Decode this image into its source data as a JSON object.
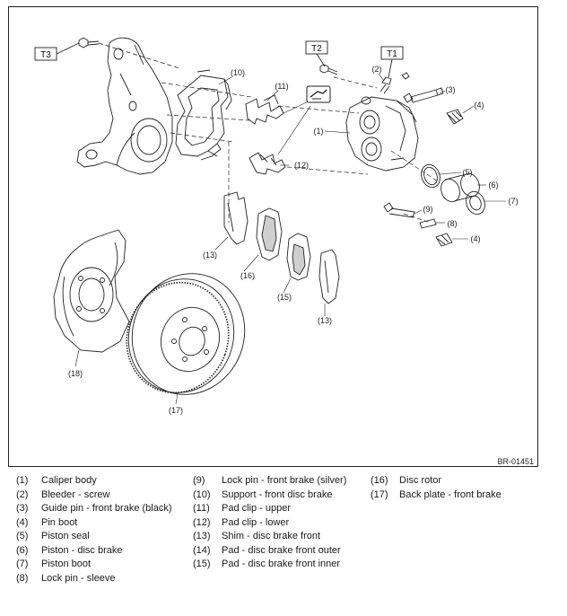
{
  "figure": {
    "figure_id": "BR-01451",
    "callouts": {
      "c1": "(1)",
      "c2": "(2)",
      "c3": "(3)",
      "c4a": "(4)",
      "c4b": "(4)",
      "c5": "(5)",
      "c6": "(6)",
      "c7": "(7)",
      "c8": "(8)",
      "c9": "(9)",
      "c10": "(10)",
      "c11": "(11)",
      "c12": "(12)",
      "c13a": "(13)",
      "c13b": "(13)",
      "c15": "(15)",
      "c16": "(16)",
      "c17": "(17)",
      "c18": "(18)"
    },
    "torque_tags": {
      "t1": "T1",
      "t2": "T2",
      "t3": "T3"
    }
  },
  "legend": {
    "col1": [
      {
        "num": "(1)",
        "text": "Caliper body"
      },
      {
        "num": "(2)",
        "text": "Bleeder - screw"
      },
      {
        "num": "(3)",
        "text": "Guide pin - front brake (black)"
      },
      {
        "num": "(4)",
        "text": "Pin boot"
      },
      {
        "num": "(5)",
        "text": "Piston seal"
      },
      {
        "num": "(6)",
        "text": "Piston - disc brake"
      },
      {
        "num": "(7)",
        "text": "Piston boot"
      },
      {
        "num": "(8)",
        "text": "Lock pin - sleeve"
      }
    ],
    "col2": [
      {
        "num": "(9)",
        "text": "Lock pin - front brake (silver)"
      },
      {
        "num": "(10)",
        "text": "Support - front disc brake"
      },
      {
        "num": "(11)",
        "text": "Pad clip - upper"
      },
      {
        "num": "(12)",
        "text": "Pad clip - lower"
      },
      {
        "num": "(13)",
        "text": "Shim - disc brake front"
      },
      {
        "num": "(14)",
        "text": "Pad - disc brake front outer"
      },
      {
        "num": "(15)",
        "text": "Pad - disc brake front inner"
      }
    ],
    "col3": [
      {
        "num": "(16)",
        "text": "Disc rotor"
      },
      {
        "num": "(17)",
        "text": "Back plate - front brake"
      }
    ]
  }
}
